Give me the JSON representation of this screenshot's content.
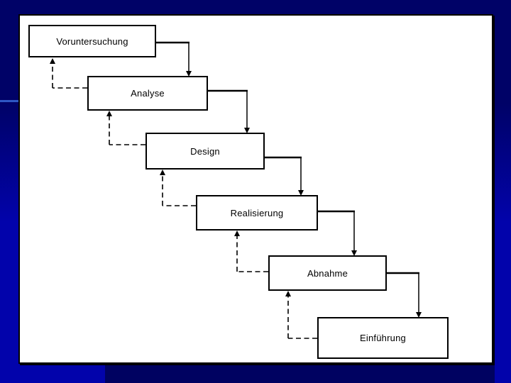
{
  "slide": {
    "colors": {
      "background_navy": "#000267",
      "background_bright_blue": "#0203AB",
      "accent_line_blue": "#2E57C5",
      "panel_white": "#FFFFFF",
      "diagram_black": "#000000"
    }
  },
  "diagram": {
    "type": "flowchart",
    "boxes": [
      {
        "id": "voruntersuchung",
        "label": "Voruntersuchung"
      },
      {
        "id": "analyse",
        "label": "Analyse"
      },
      {
        "id": "design",
        "label": "Design"
      },
      {
        "id": "realisierung",
        "label": "Realisierung"
      },
      {
        "id": "abnahme",
        "label": "Abnahme"
      },
      {
        "id": "einfuehrung",
        "label": "Einführung"
      }
    ],
    "connections": [
      {
        "from": "Voruntersuchung",
        "to": "Analyse",
        "style": "solid",
        "direction": "forward"
      },
      {
        "from": "Analyse",
        "to": "Design",
        "style": "solid",
        "direction": "forward"
      },
      {
        "from": "Design",
        "to": "Realisierung",
        "style": "solid",
        "direction": "forward"
      },
      {
        "from": "Realisierung",
        "to": "Abnahme",
        "style": "solid",
        "direction": "forward"
      },
      {
        "from": "Abnahme",
        "to": "Einführung",
        "style": "solid",
        "direction": "forward"
      },
      {
        "from": "Analyse",
        "to": "Voruntersuchung",
        "style": "dashed",
        "direction": "feedback"
      },
      {
        "from": "Design",
        "to": "Analyse",
        "style": "dashed",
        "direction": "feedback"
      },
      {
        "from": "Realisierung",
        "to": "Design",
        "style": "dashed",
        "direction": "feedback"
      },
      {
        "from": "Abnahme",
        "to": "Realisierung",
        "style": "dashed",
        "direction": "feedback"
      },
      {
        "from": "Einführung",
        "to": "Abnahme",
        "style": "dashed",
        "direction": "feedback"
      }
    ]
  }
}
